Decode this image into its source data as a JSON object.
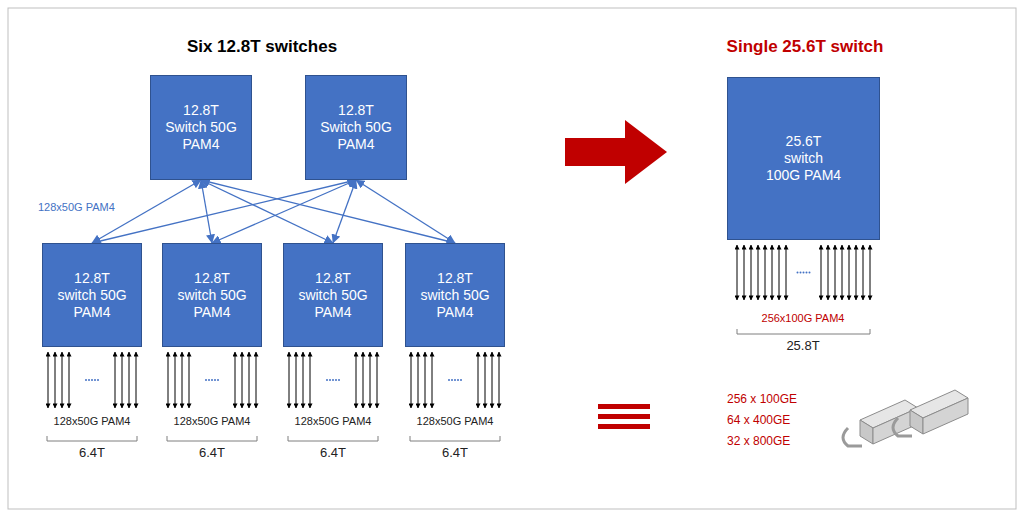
{
  "diagram": {
    "nodes": [
      {
        "text": [
          "12.8T Switch 50G PAM4"
        ]
      },
      {
        "text": [
          "12.8T Switch 50G PAM4"
        ]
      },
      {
        "text": [
          "12.8T switch 50G PAM4"
        ]
      },
      {
        "text": [
          "12.8T switch 50G PAM4"
        ]
      },
      {
        "text": [
          "12.8T switch 50G PAM4"
        ]
      },
      {
        "text": [
          "12.8T switch 50G PAM4"
        ]
      },
      {
        "text": [
          "25.6T switch 100G PAM4"
        ]
      }
    ],
    "edges": [
      {
        "from": 0,
        "to": 2,
        "arrow": "both"
      },
      {
        "from": 0,
        "to": 3,
        "arrow": "both"
      },
      {
        "from": 0,
        "to": 4,
        "arrow": "both"
      },
      {
        "from": 0,
        "to": 5,
        "arrow": "both"
      },
      {
        "from": 1,
        "to": 2,
        "arrow": "both"
      },
      {
        "from": 1,
        "to": 3,
        "arrow": "both"
      },
      {
        "from": 1,
        "to": 4,
        "arrow": "both"
      },
      {
        "from": 1,
        "to": 5,
        "arrow": "both"
      }
    ],
    "labels": [
      "Six 12.8T switches",
      "128x50G PAM4",
      "128x50G PAM4",
      "128x50G PAM4",
      "128x50G PAM4",
      "128x50G PAM4",
      "6.4T",
      "6.4T",
      "6.4T",
      "6.4T",
      "Single 25.6T switch",
      "256x100G PAM4",
      "25.8T",
      "256 x 100GE",
      "64 x 400GE",
      "32 x 800GE"
    ]
  }
}
